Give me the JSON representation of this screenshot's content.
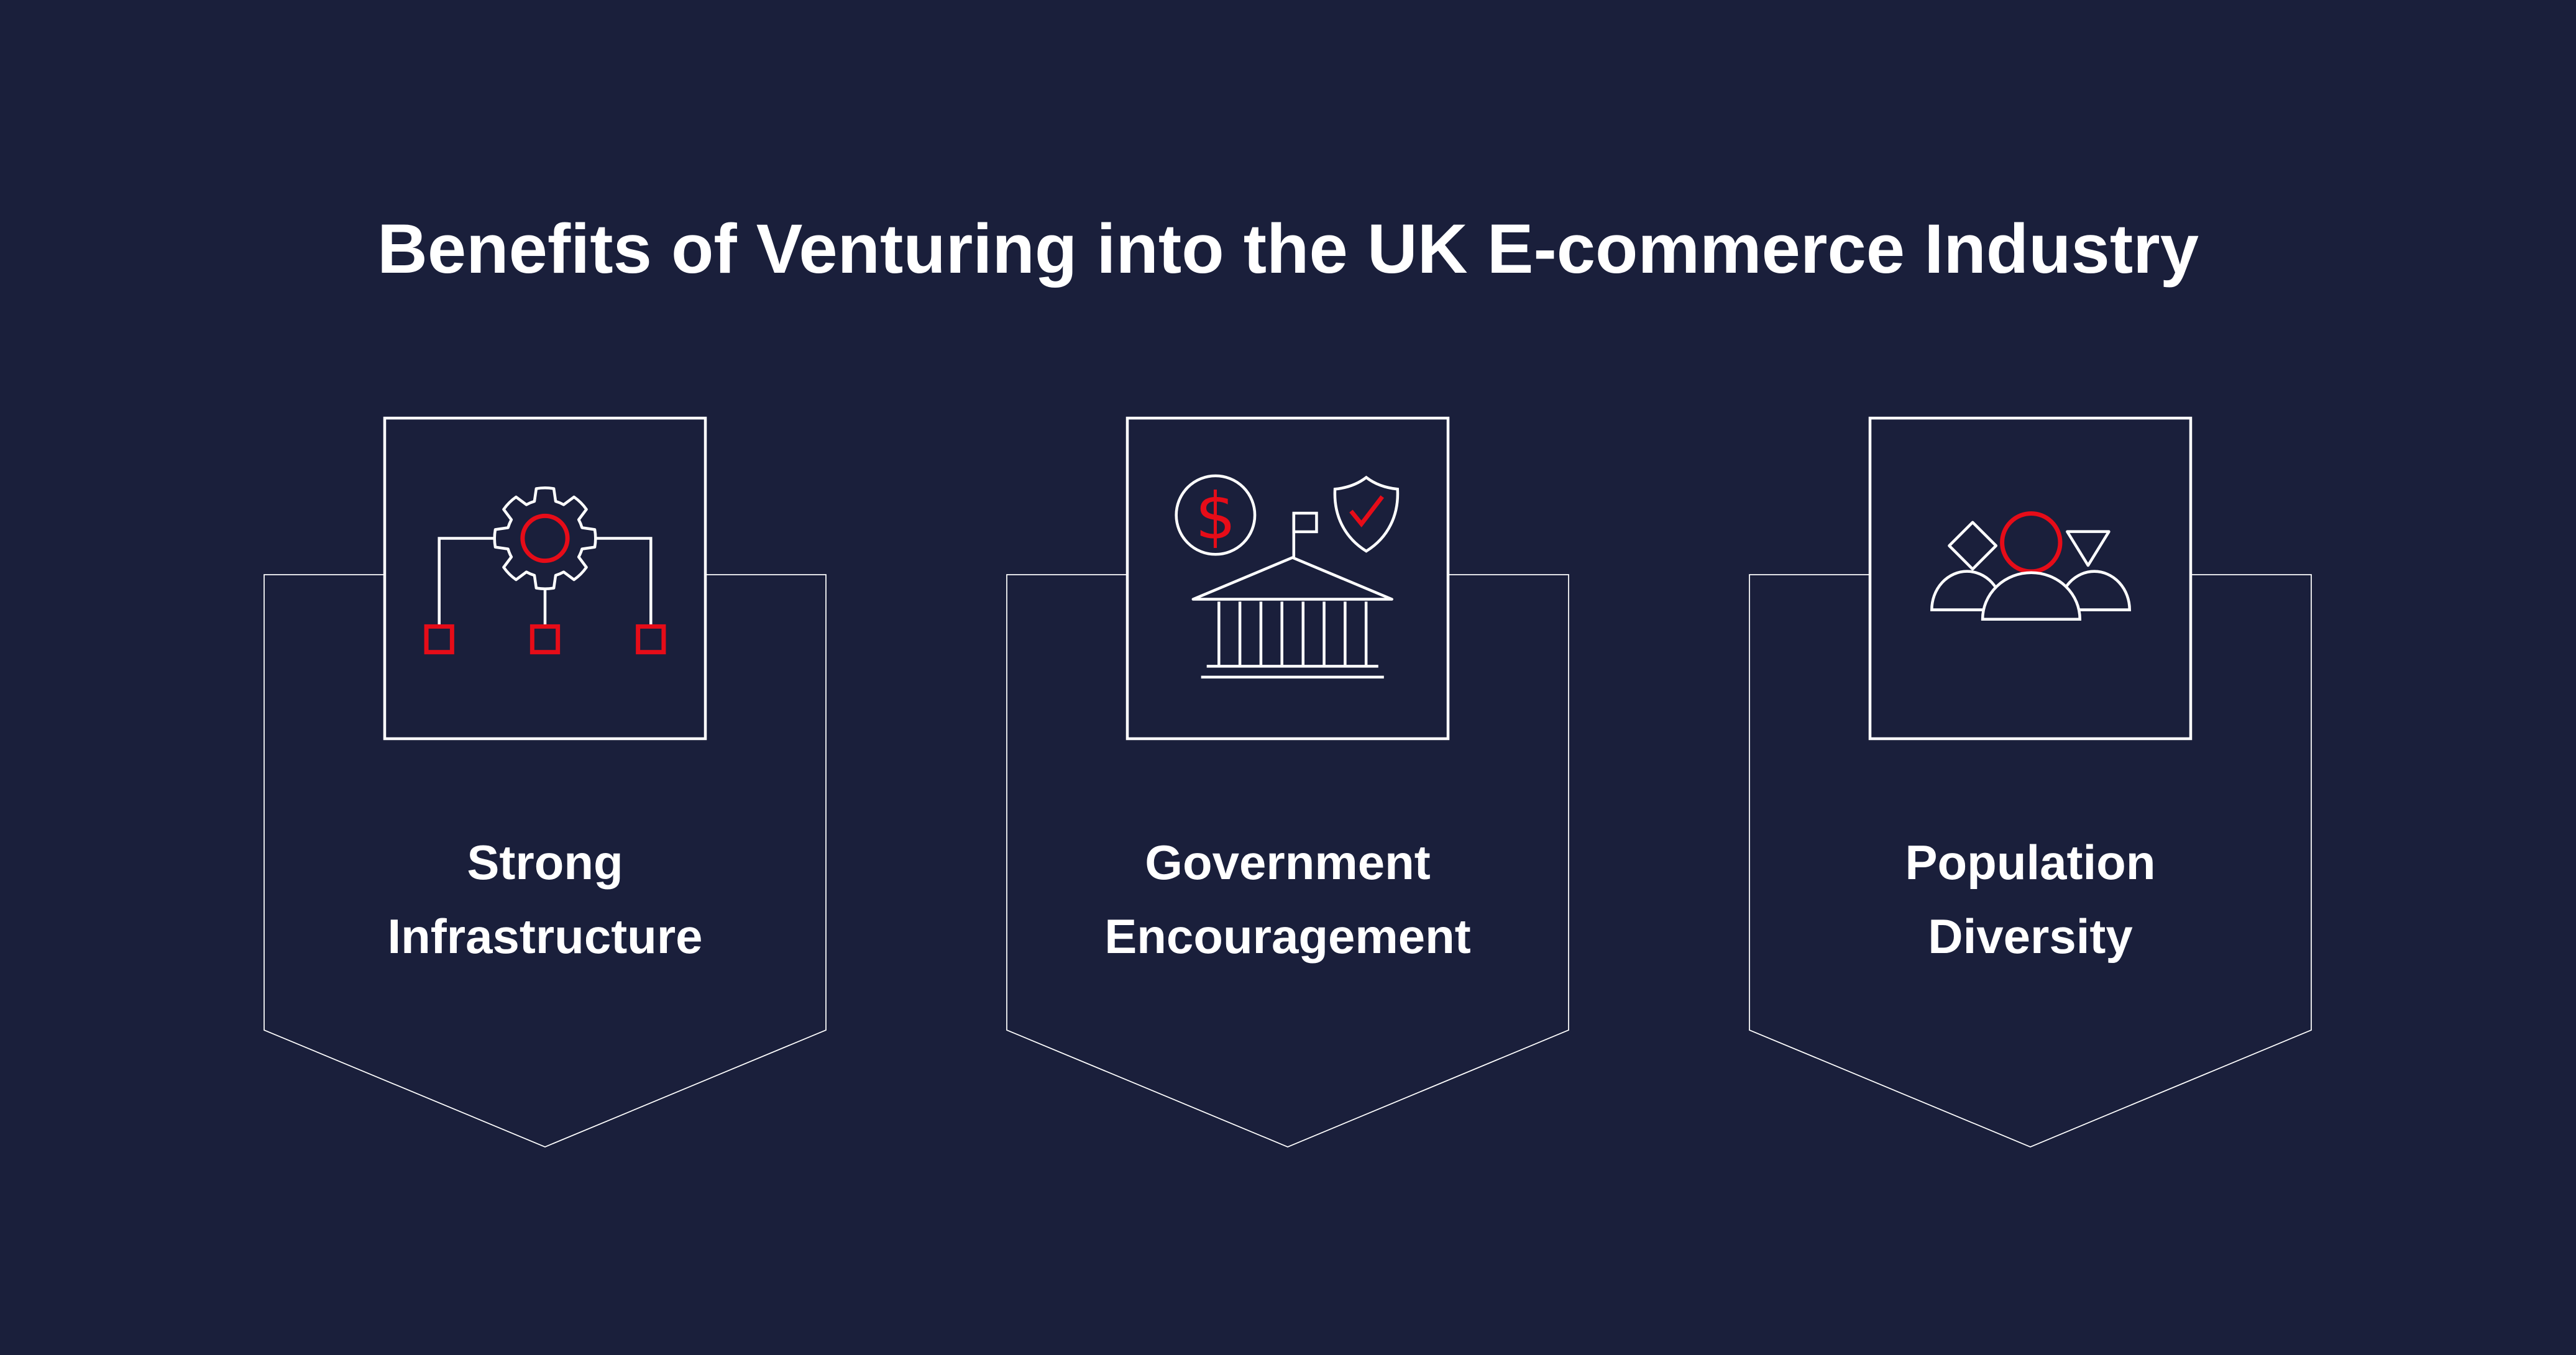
{
  "title": "Benefits of Venturing into the UK E-commerce Industry",
  "colors": {
    "background": "#1a1f3b",
    "line_white": "#ffffff",
    "accent_red": "#e60c18"
  },
  "cards": [
    {
      "id": "strong-infrastructure",
      "icon": "gear-network-icon",
      "label_lines": [
        "Strong",
        "Infrastructure"
      ]
    },
    {
      "id": "government-encouragement",
      "icon": "government-bank-icon",
      "currency_symbol": "$",
      "label_lines": [
        "Government",
        "Encouragement"
      ]
    },
    {
      "id": "population-diversity",
      "icon": "population-diversity-icon",
      "label_lines": [
        "Population",
        "Diversity"
      ]
    }
  ]
}
